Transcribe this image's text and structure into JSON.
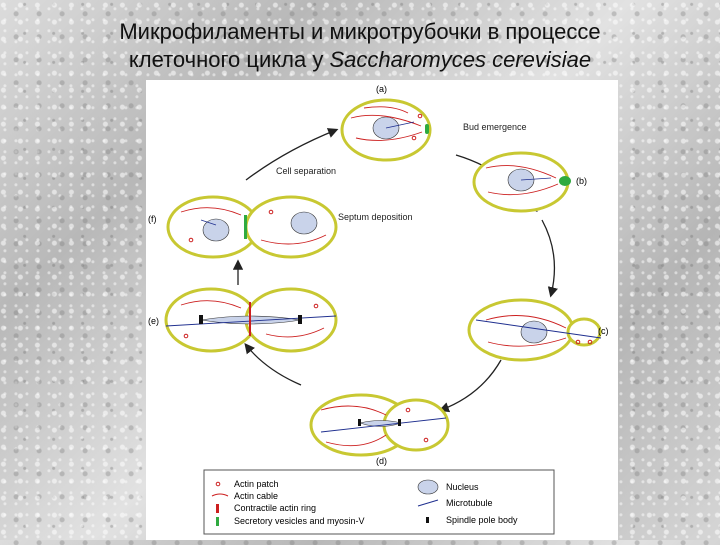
{
  "title": {
    "line1": "Микрофиламенты и микротрубочки в процессе",
    "line2_plain": "клеточного цикла у ",
    "line2_italic": "Saccharomyces cerevisiae"
  },
  "diagram": {
    "stages": [
      {
        "label": "(a)",
        "annotation": "Bud emergence"
      },
      {
        "label": "(b)",
        "annotation": ""
      },
      {
        "label": "(c)",
        "annotation": ""
      },
      {
        "label": "(d)",
        "annotation": ""
      },
      {
        "label": "(e)",
        "annotation": ""
      },
      {
        "label": "(f)",
        "annotation": "Septum deposition"
      }
    ],
    "cycle_annotation": "Cell separation",
    "legend": {
      "left": [
        "Actin patch",
        "Actin cable",
        "Contractile actin ring",
        "Secretory vesicles and myosin-V"
      ],
      "right": [
        "Nucleus",
        "Microtubule",
        "Spindle pole body"
      ]
    },
    "colors": {
      "cell_wall": "#c8c832",
      "actin": "#cc1f1f",
      "nucleus_fill": "#c9d3ea",
      "microtubule": "#1f2f8f",
      "vesicles": "#2faa3f",
      "arrow": "#222222"
    }
  }
}
